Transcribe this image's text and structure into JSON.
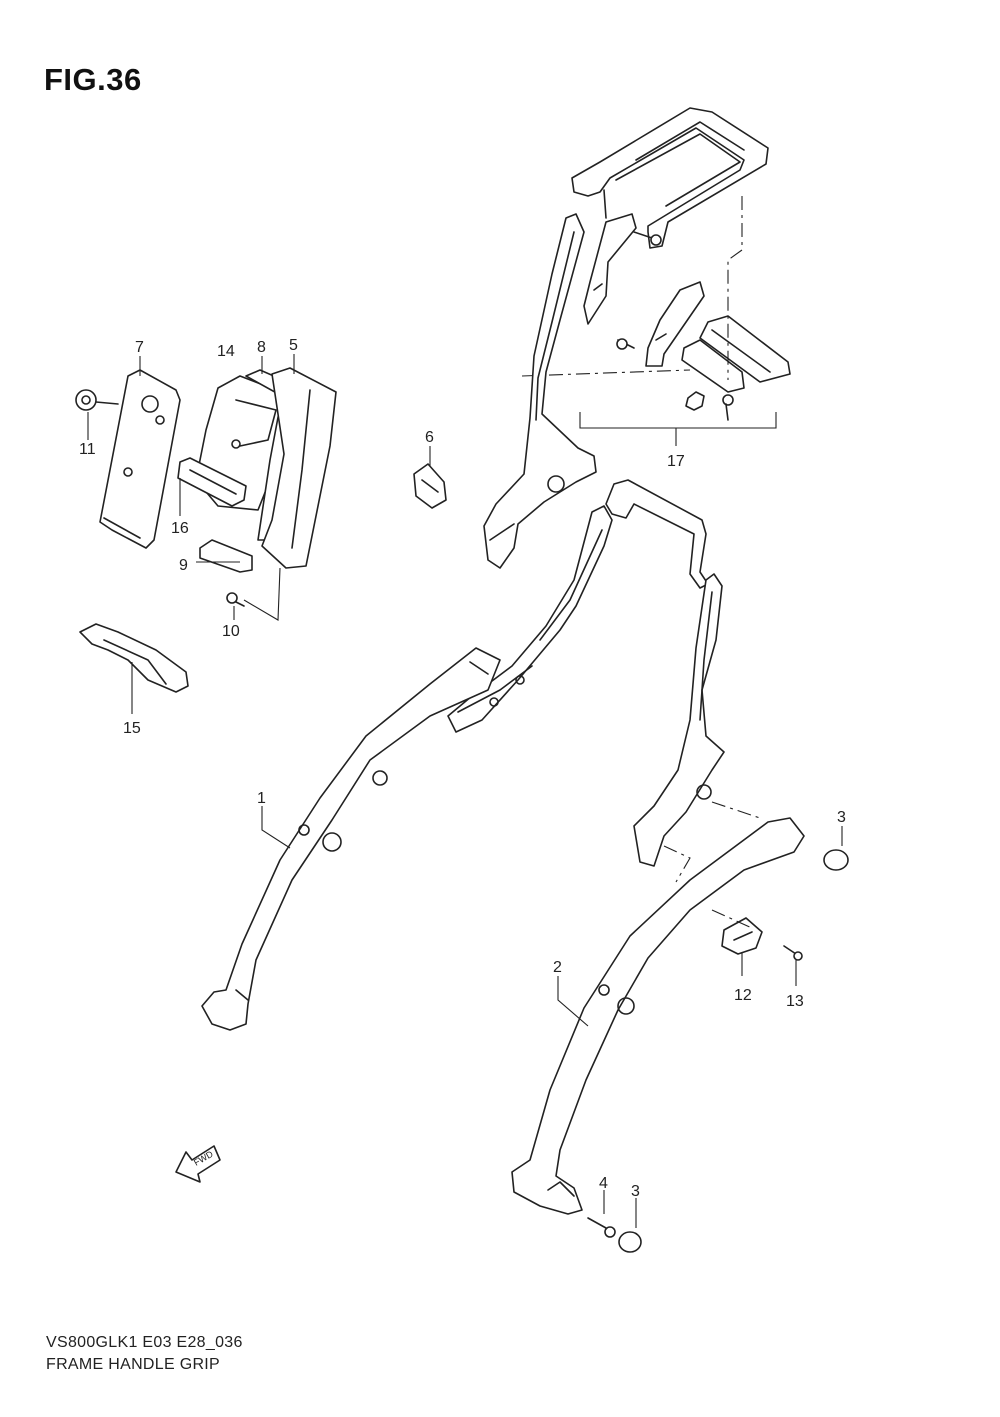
{
  "figure": {
    "title": "FIG.36",
    "model_code": "VS800GLK1 E03 E28_036",
    "name": "FRAME HANDLE GRIP"
  },
  "callouts": {
    "p1": "1",
    "p2": "2",
    "p3a": "3",
    "p3b": "3",
    "p4": "4",
    "p5": "5",
    "p6": "6",
    "p7": "7",
    "p8": "8",
    "p9": "9",
    "p10": "10",
    "p11": "11",
    "p12": "12",
    "p13": "13",
    "p14": "14",
    "p15": "15",
    "p16": "16",
    "p17": "17"
  },
  "direction_marker": {
    "label": "FWD",
    "icon": "fwd-arrow-icon"
  }
}
